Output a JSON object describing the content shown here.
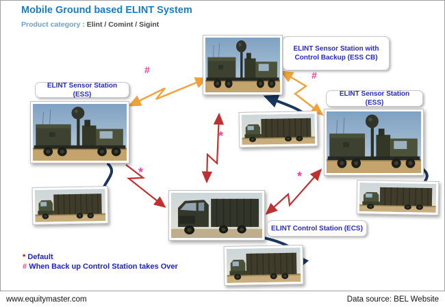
{
  "header": {
    "title": "Mobile Ground based ELINT System",
    "category_label": "Product category :",
    "category_value": "Elint / Comint / Sigint"
  },
  "stations": {
    "ess_cb": {
      "label": "ELINT Sensor Station with Control Backup (ESS CB)"
    },
    "ess_left": {
      "label": "ELINT Sensor Station (ESS)"
    },
    "ess_right": {
      "label": "ELINT Sensor Station (ESS)"
    },
    "ecs": {
      "label": "ELINT Control Station (ECS)"
    }
  },
  "connections": [
    {
      "from": "ess_left",
      "to": "ess_cb",
      "type": "backup",
      "marker": "#",
      "color": "orange"
    },
    {
      "from": "ess_cb",
      "to": "ess_right",
      "type": "backup",
      "marker": "#",
      "color": "orange"
    },
    {
      "from": "ess_cb",
      "to": "ecs",
      "type": "default",
      "marker": "*",
      "color": "red"
    },
    {
      "from": "ess_left",
      "to": "ecs",
      "type": "default",
      "marker": "*",
      "color": "red"
    },
    {
      "from": "ess_right",
      "to": "ecs",
      "type": "default",
      "marker": "*",
      "color": "red"
    }
  ],
  "markers": {
    "hash": "#",
    "star": "*"
  },
  "legend": {
    "default_symbol": "*",
    "default_text": "Default",
    "backup_symbol": "#",
    "backup_text": "When Back up Control Station takes Over"
  },
  "footer": {
    "site": "www.equitymaster.com",
    "source": "Data source: BEL Website"
  },
  "colors": {
    "title_blue": "#1a7cc1",
    "category_blue": "#6d9fd0",
    "callout_text_blue": "#2a2ac8",
    "legend_blue": "#1f1fc8",
    "pink_marker": "#ee3fa0",
    "red_arrow": "#c03030",
    "orange_arrow": "#f0a238",
    "cable_navy": "#17375e"
  }
}
